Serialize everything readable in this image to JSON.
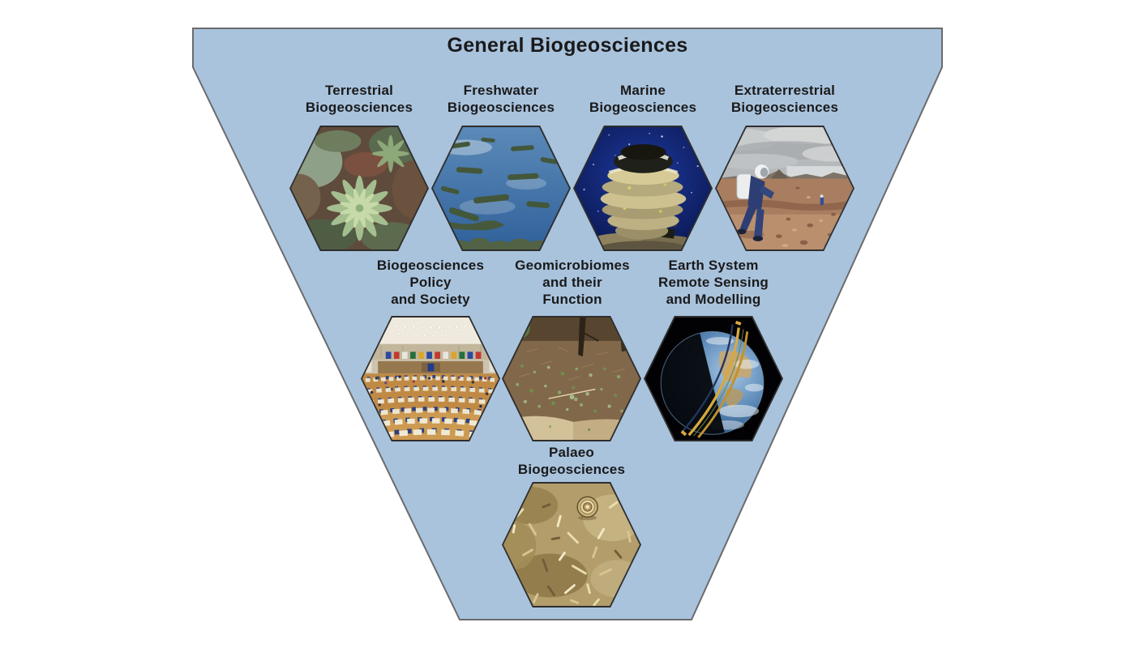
{
  "title": "General Biogeosciences",
  "colors": {
    "funnel_fill": "#a9c3dd",
    "funnel_border": "#6b6b6d",
    "hex_border": "#2e2e2e",
    "text": "#1a1a1a",
    "page_bg": "#ffffff"
  },
  "categories": [
    {
      "id": "terrestrial",
      "lines": [
        "Terrestrial",
        "Biogeosciences"
      ],
      "photo_alt": "green fern rosettes on forest floor"
    },
    {
      "id": "freshwater",
      "lines": [
        "Freshwater",
        "Biogeosciences"
      ],
      "photo_alt": "aerial view of lake with vegetated island strips"
    },
    {
      "id": "marine",
      "lines": [
        "Marine",
        "Biogeosciences"
      ],
      "photo_alt": "underwater stromatolite rock stack in deep blue sea"
    },
    {
      "id": "extraterrestrial",
      "lines": [
        "Extraterrestrial",
        "Biogeosciences"
      ],
      "photo_alt": "analog astronaut walking on Mars-like desert"
    },
    {
      "id": "policy",
      "lines": [
        "Biogeosciences",
        "Policy",
        "and Society"
      ],
      "photo_alt": "parliament assembly hemicycle with desks and flags"
    },
    {
      "id": "geomicrobiomes",
      "lines": [
        "Geomicrobiomes",
        "and their",
        "Function"
      ],
      "photo_alt": "forest floor with scattered green seedlings"
    },
    {
      "id": "remote-sensing",
      "lines": [
        "Earth System",
        "Remote Sensing",
        "and Modelling"
      ],
      "photo_alt": "Earth from space with satellite orbit swaths"
    },
    {
      "id": "palaeo",
      "lines": [
        "Palaeo",
        "Biogeosciences"
      ],
      "photo_alt": "fossil-rich golden limestone surface with spiral fossil"
    }
  ]
}
